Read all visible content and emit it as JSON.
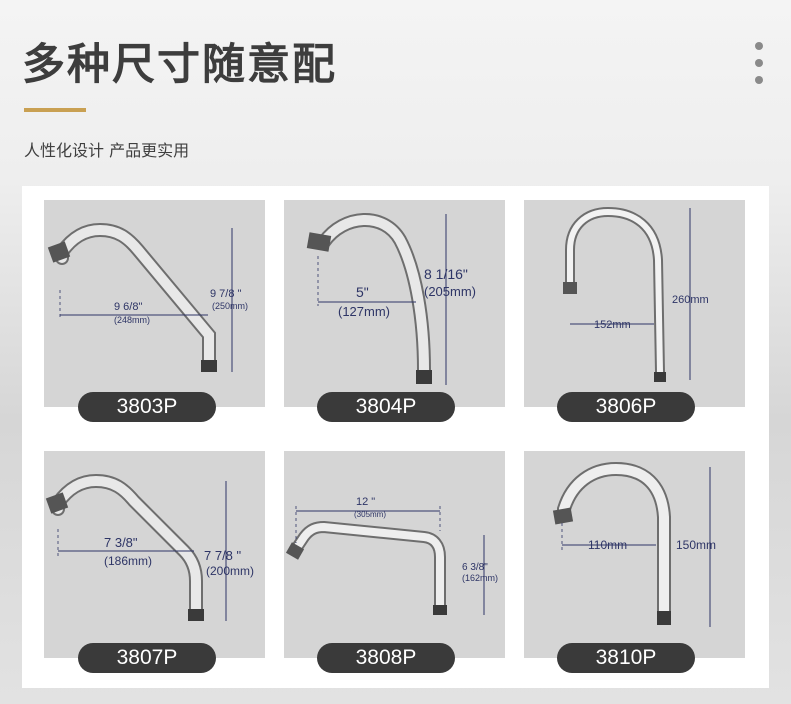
{
  "header": {
    "title": "多种尺寸随意配",
    "subtitle": "人性化设计 产品更实用"
  },
  "colors": {
    "accent": "#c9a052",
    "label_bg": "#3a3a3a",
    "card_bg": "#d5d5d5"
  },
  "icons": {
    "menu": "vertical-dots-icon"
  },
  "products": [
    {
      "model": "3803P",
      "dims": [
        "9 6/8\"",
        "(248mm)",
        "9 7/8 \"",
        "(250mm)"
      ]
    },
    {
      "model": "3804P",
      "dims": [
        "5\"",
        "(127mm)",
        "8 1/16\"",
        "(205mm)"
      ]
    },
    {
      "model": "3806P",
      "dims": [
        "152mm",
        "260mm"
      ]
    },
    {
      "model": "3807P",
      "dims": [
        "7 3/8\"",
        "(186mm)",
        "7 7/8 \"",
        "(200mm)"
      ]
    },
    {
      "model": "3808P",
      "dims": [
        "12 \"",
        "(305mm)",
        "6 3/8\"",
        "(162mm)"
      ]
    },
    {
      "model": "3810P",
      "dims": [
        "110mm",
        "150mm"
      ]
    }
  ]
}
